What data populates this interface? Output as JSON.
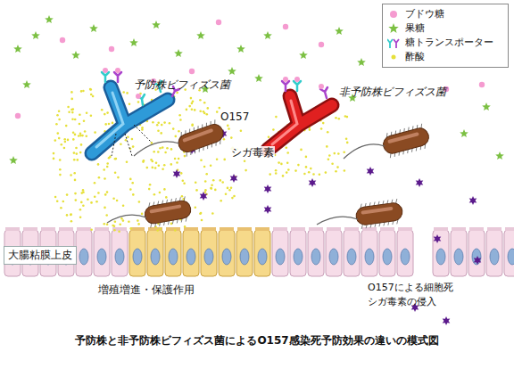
{
  "diagram": {
    "caption": "予防株と非予防株ビフィズス菌によるO157感染死予防効果の違いの模式図",
    "nodes": [
      {
        "text": [
          "大腸粘膜上皮"
        ]
      }
    ],
    "labels": [
      "予防株ビフィズス菌",
      "O157",
      "シガ毒素",
      "非予防株ビフィズス菌",
      "増殖増進・保護作用",
      "O157による細胞死",
      "シガ毒素の侵入"
    ],
    "legend": [
      {
        "text": "ブドウ糖",
        "color": "#f59bd0"
      },
      {
        "text": "果糖",
        "color": "#7cc043"
      },
      {
        "text": "糖トランスポーター"
      },
      {
        "text": "酢酸",
        "color": "#e6e03a"
      }
    ]
  }
}
